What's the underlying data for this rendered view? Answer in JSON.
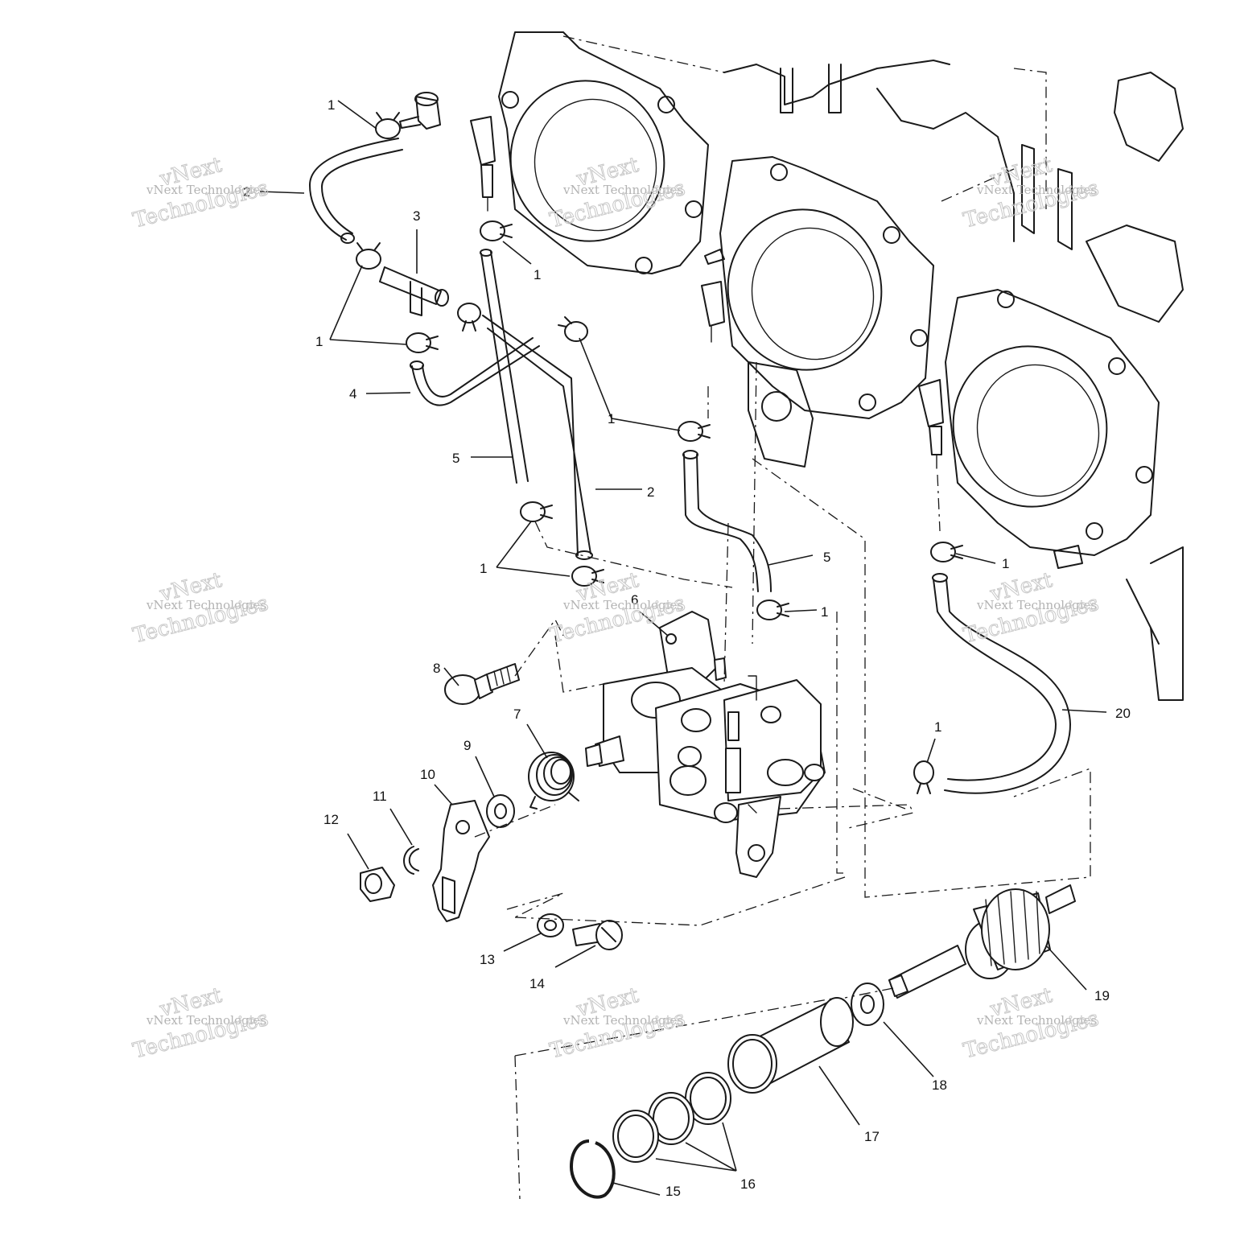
{
  "diagram": {
    "callouts": [
      {
        "id": "c1a",
        "text": "1"
      },
      {
        "id": "c2a",
        "text": "2"
      },
      {
        "id": "c3",
        "text": "3"
      },
      {
        "id": "c1b",
        "text": "1"
      },
      {
        "id": "c1c",
        "text": "1"
      },
      {
        "id": "c4",
        "text": "4"
      },
      {
        "id": "c1d",
        "text": "1"
      },
      {
        "id": "c5a",
        "text": "5"
      },
      {
        "id": "c2b",
        "text": "2"
      },
      {
        "id": "c1e",
        "text": "1"
      },
      {
        "id": "c5b",
        "text": "5"
      },
      {
        "id": "c1f",
        "text": "1"
      },
      {
        "id": "c6",
        "text": "6"
      },
      {
        "id": "c1g",
        "text": "1"
      },
      {
        "id": "c8",
        "text": "8"
      },
      {
        "id": "c7",
        "text": "7"
      },
      {
        "id": "c9",
        "text": "9"
      },
      {
        "id": "c10",
        "text": "10"
      },
      {
        "id": "c11",
        "text": "11"
      },
      {
        "id": "c12",
        "text": "12"
      },
      {
        "id": "c1h",
        "text": "1"
      },
      {
        "id": "c20",
        "text": "20"
      },
      {
        "id": "c13",
        "text": "13"
      },
      {
        "id": "c14",
        "text": "14"
      },
      {
        "id": "c19",
        "text": "19"
      },
      {
        "id": "c18",
        "text": "18"
      },
      {
        "id": "c17",
        "text": "17"
      },
      {
        "id": "c16",
        "text": "16"
      },
      {
        "id": "c15",
        "text": "15"
      }
    ]
  },
  "watermark": {
    "small_text": "vNext Technologies",
    "big_line1": "vNext",
    "big_line2": "Technologies"
  }
}
